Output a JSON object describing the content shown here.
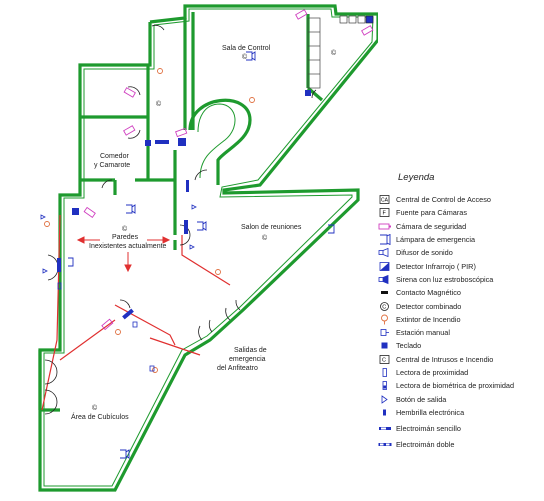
{
  "rooms": {
    "sala_control": "Sala de Control",
    "comedor_1": "Comedor",
    "comedor_2": "y Camarote",
    "paredes_1": "Paredes",
    "paredes_2": "Inexistentes actualmente",
    "salon": "Salon de reuniones",
    "salidas_1": "Salidas de",
    "salidas_2": "emergencia",
    "salidas_3": "del Anfiteatro",
    "cubiculos": "Área de Cubículos",
    "combined_symbol": "©"
  },
  "legend": {
    "title": "Leyenda",
    "items": [
      {
        "label": "Central de Control de Acceso",
        "icon": "access-control-panel-icon"
      },
      {
        "label": "Fuente para Cámaras",
        "icon": "camera-power-supply-icon"
      },
      {
        "label": "Cámara de seguridad",
        "icon": "security-camera-icon"
      },
      {
        "label": "Lámpara de emergencia",
        "icon": "emergency-lamp-icon"
      },
      {
        "label": "Difusor de sonido",
        "icon": "sound-diffuser-icon"
      },
      {
        "label": "Detector Infrarrojo  ( PIR)",
        "icon": "pir-detector-icon"
      },
      {
        "label": "Sirena con luz estroboscópica",
        "icon": "strobe-siren-icon"
      },
      {
        "label": "Contacto Magnético",
        "icon": "magnetic-contact-icon"
      },
      {
        "label": "Detector combinado",
        "icon": "combined-detector-icon"
      },
      {
        "label": "Extintor de Incendio",
        "icon": "fire-extinguisher-icon"
      },
      {
        "label": "Estación manual",
        "icon": "manual-station-icon"
      },
      {
        "label": "Teclado",
        "icon": "keypad-icon"
      },
      {
        "label": "Central de Intrusos e Incendio",
        "icon": "intrusion-fire-panel-icon"
      },
      {
        "label": "Lectora de proximidad",
        "icon": "proximity-reader-icon"
      },
      {
        "label": "Lectora de biométrica de proximidad",
        "icon": "biometric-reader-icon"
      },
      {
        "label": "Botón de salida",
        "icon": "exit-button-icon"
      },
      {
        "label": "Hembrilla electrónica",
        "icon": "electric-strike-icon"
      },
      {
        "label": "Electroimán sencillo",
        "icon": "single-maglock-icon"
      },
      {
        "label": "Electroimán doble",
        "icon": "double-maglock-icon"
      }
    ]
  },
  "colors": {
    "wall": "#1e9a2e",
    "red_line": "#e03030",
    "blue": "#2030c0",
    "pink": "#d040c0",
    "orange": "#e07040"
  }
}
